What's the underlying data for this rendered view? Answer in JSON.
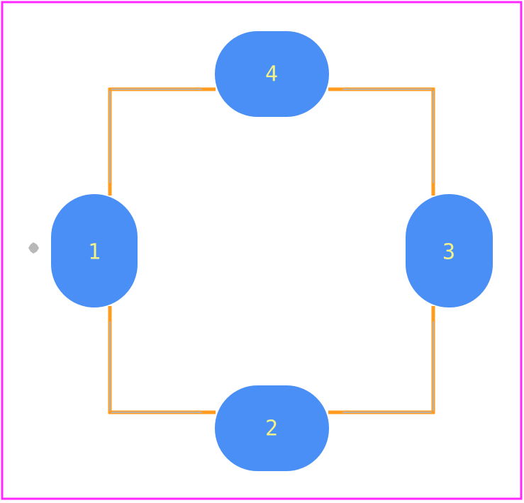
{
  "footprint": {
    "pads": [
      {
        "id": "pad-1",
        "label": "1",
        "orientation": "vertical"
      },
      {
        "id": "pad-2",
        "label": "2",
        "orientation": "horizontal"
      },
      {
        "id": "pad-3",
        "label": "3",
        "orientation": "vertical"
      },
      {
        "id": "pad-4",
        "label": "4",
        "orientation": "horizontal"
      }
    ]
  },
  "colors": {
    "courtyard": "#ff26ff",
    "silkscreen": "#ff9b1e",
    "fab_outline": "#bdb2a8",
    "pad_fill": "#4a8ff5",
    "pad_label": "#f2f28a",
    "origin_marker": "#b8b8b8",
    "background": "#ffffff"
  }
}
